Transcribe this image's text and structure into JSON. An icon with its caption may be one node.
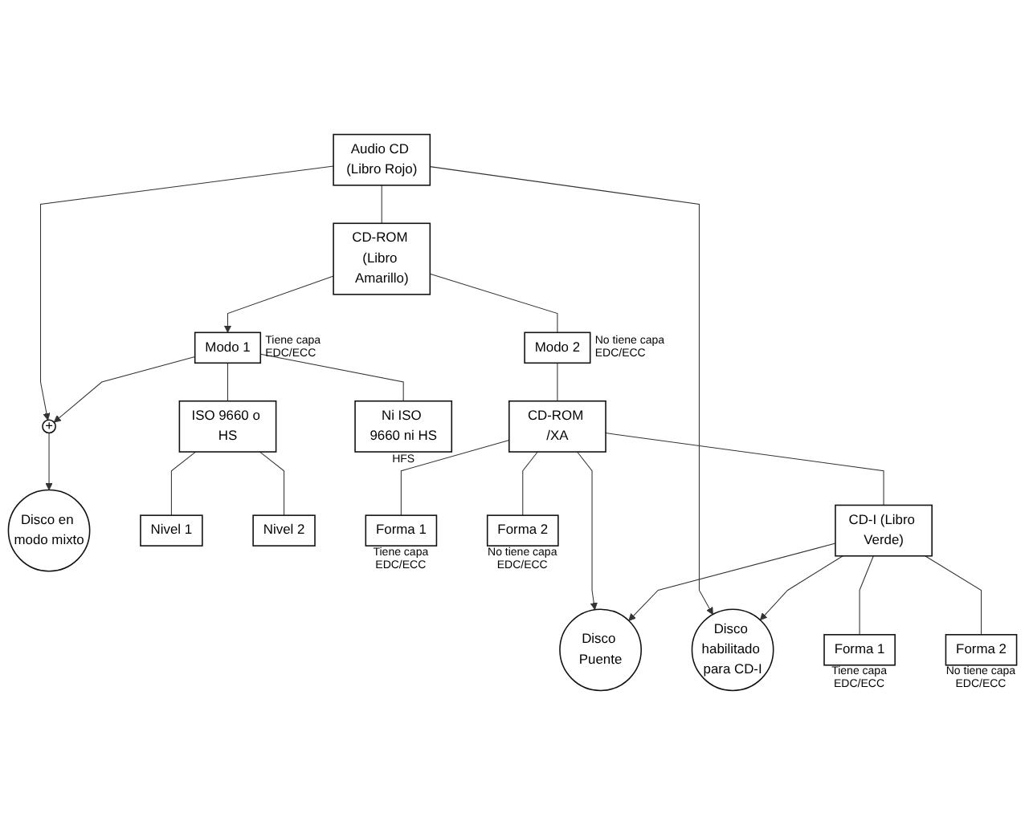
{
  "diagram": {
    "nodes": [
      {
        "text": [
          "Audio CD (Libro Rojo)"
        ]
      },
      {
        "text": [
          "CD-ROM (Libro Amarillo)"
        ]
      },
      {
        "text": [
          "Disco en modo mixto"
        ]
      },
      {
        "text": [
          "+"
        ]
      },
      {
        "text": [
          "Disco habilitado para CD-I"
        ]
      },
      {
        "text": [
          "Modo 1"
        ],
        "beside": [
          "Tiene capa EDC/ECC"
        ]
      },
      {
        "text": [
          "Modo 2"
        ],
        "beside": [
          "No tiene capa EDC/ECC"
        ]
      },
      {
        "text": [
          "ISO 9660 o HS"
        ]
      },
      {
        "text": [
          "Ni ISO 9660 ni HS"
        ],
        "beside": [
          "HFS"
        ]
      },
      {
        "text": [
          "CD-ROM /XA"
        ]
      },
      {
        "text": [
          "Nivel 1"
        ]
      },
      {
        "text": [
          "Nivel 2"
        ]
      },
      {
        "text": [
          "Forma 1"
        ],
        "beside": [
          "Tiene capa EDC/ECC"
        ]
      },
      {
        "text": [
          "Forma 2"
        ],
        "beside": [
          "No tiene capa EDC/ECC"
        ]
      },
      {
        "text": [
          "Disco Puente"
        ]
      },
      {
        "text": [
          "CD-I (Libro Verde)"
        ]
      },
      {
        "text": [
          "Forma 1"
        ],
        "beside": [
          "Tiene capa EDC/ECC"
        ]
      },
      {
        "text": [
          "Forma 2"
        ],
        "beside": [
          "No tiene capa EDC/ECC"
        ]
      }
    ],
    "edges": [
      {
        "from": 0,
        "to": 1,
        "arrow": "none"
      },
      {
        "from": 0,
        "to": 3,
        "arrow": "to"
      },
      {
        "from": 0,
        "to": 4,
        "arrow": "to"
      },
      {
        "from": 1,
        "to": 5,
        "arrow": "to"
      },
      {
        "from": 1,
        "to": 6,
        "arrow": "none"
      },
      {
        "from": 5,
        "to": 3,
        "arrow": "to"
      },
      {
        "from": 3,
        "to": 2,
        "arrow": "to"
      },
      {
        "from": 5,
        "to": 7,
        "arrow": "none"
      },
      {
        "from": 5,
        "to": 8,
        "arrow": "none"
      },
      {
        "from": 6,
        "to": 9,
        "arrow": "none"
      },
      {
        "from": 7,
        "to": 10,
        "arrow": "none"
      },
      {
        "from": 7,
        "to": 11,
        "arrow": "none"
      },
      {
        "from": 9,
        "to": 14,
        "arrow": "to"
      },
      {
        "from": 9,
        "to": 15,
        "arrow": "none"
      },
      {
        "from": 9,
        "to": 12,
        "arrow": "none"
      },
      {
        "from": 9,
        "to": 13,
        "arrow": "none"
      },
      {
        "from": 15,
        "to": 14,
        "arrow": "to"
      },
      {
        "from": 15,
        "to": 4,
        "arrow": "to"
      },
      {
        "from": 15,
        "to": 16,
        "arrow": "none"
      },
      {
        "from": 15,
        "to": 17,
        "arrow": "none"
      }
    ]
  }
}
